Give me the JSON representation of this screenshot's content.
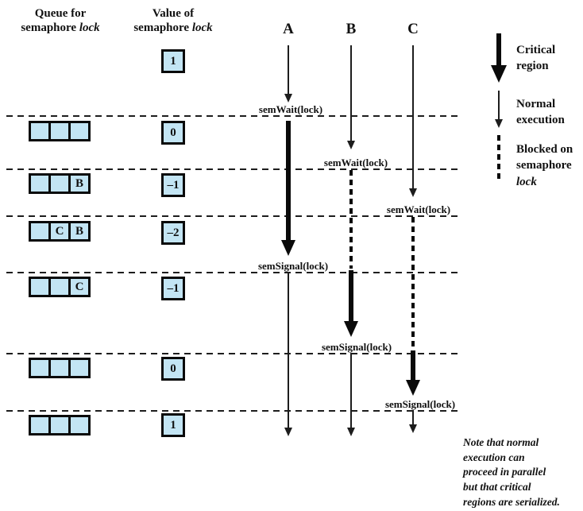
{
  "headers": {
    "queue": {
      "line1": "Queue for",
      "line2": "semaphore",
      "line2_em": "lock"
    },
    "value": {
      "line1": "Value of",
      "line2": "semaphore",
      "line2_em": "lock"
    }
  },
  "processes": [
    "A",
    "B",
    "C"
  ],
  "event_labels": {
    "wait": "semWait(lock)",
    "signal": "semSignal(lock)"
  },
  "semaphore": {
    "initial_value": "1",
    "rows": [
      {
        "queue": [
          "",
          "",
          ""
        ],
        "value": "0"
      },
      {
        "queue": [
          "",
          "",
          "B"
        ],
        "value": "–1"
      },
      {
        "queue": [
          "",
          "C",
          "B"
        ],
        "value": "–2"
      },
      {
        "queue": [
          "",
          "",
          "C"
        ],
        "value": "–1"
      },
      {
        "queue": [
          "",
          "",
          ""
        ],
        "value": "0"
      },
      {
        "queue": [
          "",
          "",
          ""
        ],
        "value": "1"
      }
    ]
  },
  "legend": {
    "critical": {
      "line1": "Critical",
      "line2": "region"
    },
    "normal": {
      "line1": "Normal",
      "line2": "execution"
    },
    "blocked": {
      "line1": "Blocked on",
      "line2": "semaphore",
      "line3_em": "lock"
    }
  },
  "note": {
    "lines": [
      "Note that normal",
      "execution can",
      "proceed in parallel",
      "but that critical",
      "regions are serialized."
    ]
  },
  "colors": {
    "box_fill": "#c3e5f4",
    "line": "#111111"
  }
}
